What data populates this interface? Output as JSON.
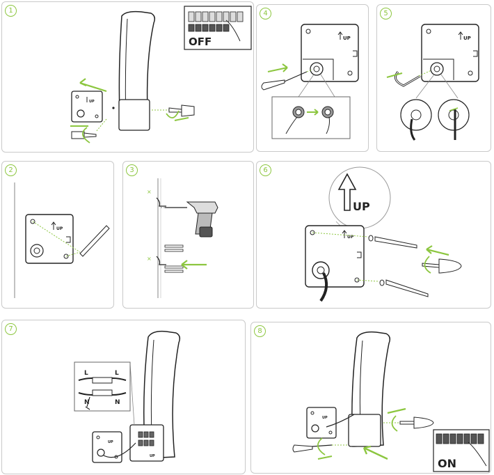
{
  "colors": {
    "accent": "#8cc63f",
    "line": "#222222",
    "panel_border": "#c9c9c9"
  },
  "steps": [
    {
      "number": "1",
      "switch_label": "OFF",
      "up_label": "UP"
    },
    {
      "number": "2",
      "up_label": "UP"
    },
    {
      "number": "3"
    },
    {
      "number": "4",
      "up_label": "UP"
    },
    {
      "number": "5",
      "up_label": "UP"
    },
    {
      "number": "6",
      "up_label": "UP",
      "big_up_label": "UP"
    },
    {
      "number": "7",
      "up_label": "UP",
      "wire_labels": [
        "L",
        "L",
        "N",
        "N"
      ]
    },
    {
      "number": "8",
      "up_label": "UP",
      "switch_label": "ON"
    }
  ]
}
